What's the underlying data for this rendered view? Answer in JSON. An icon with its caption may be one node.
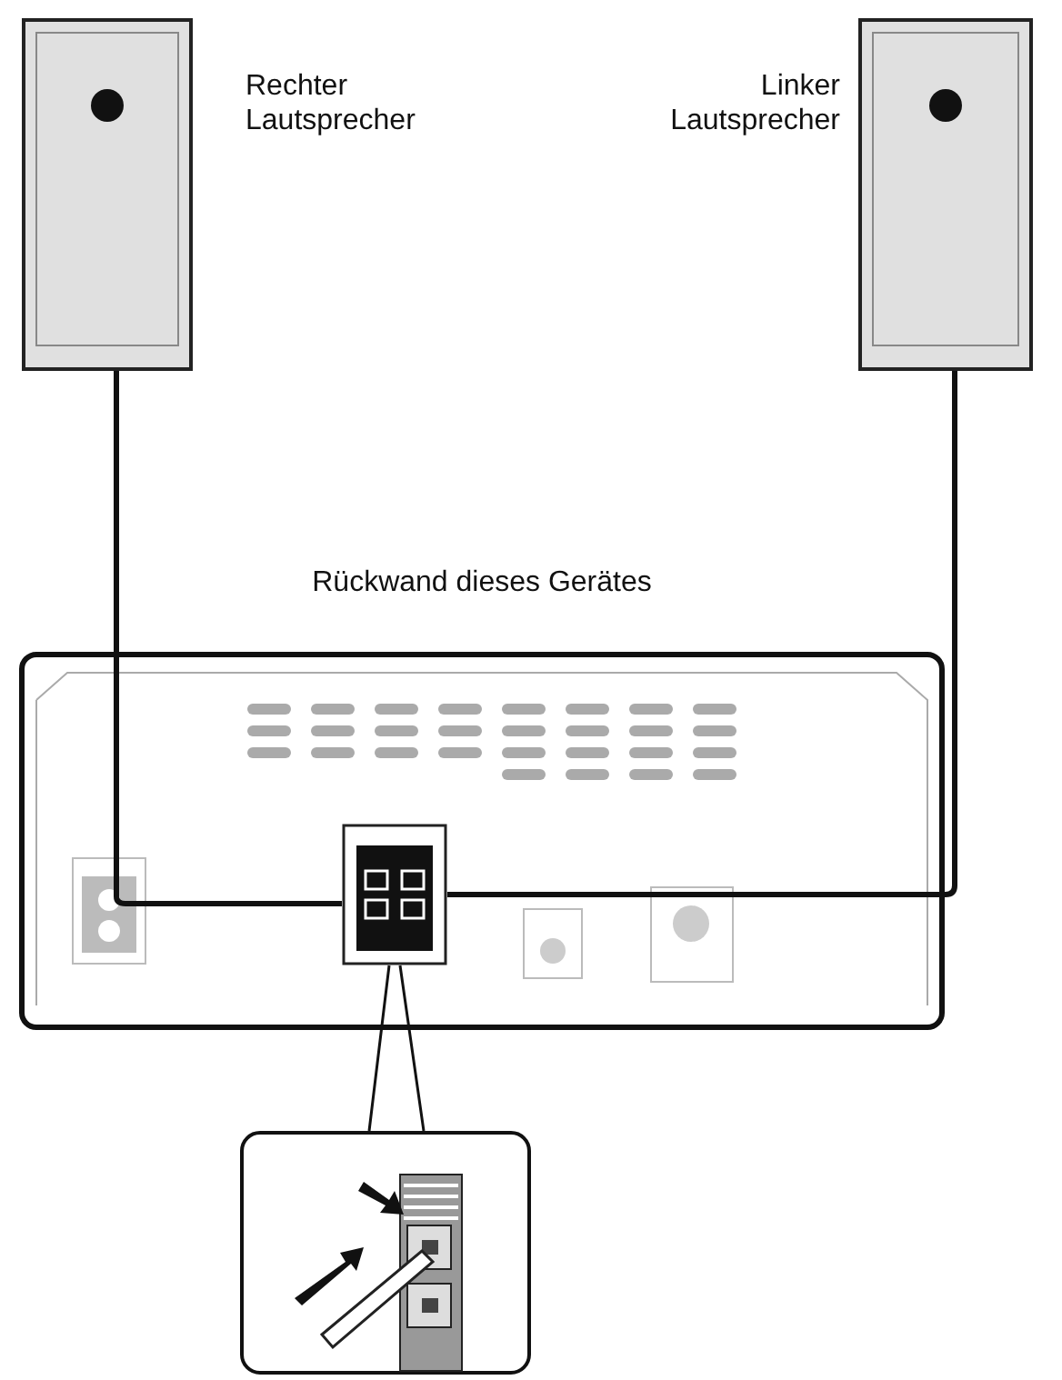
{
  "diagram": {
    "nodes": [
      {
        "text": [
          "Rechter Lautsprecher"
        ]
      },
      {
        "text": [
          "Linker Lautsprecher"
        ]
      },
      {
        "text": [
          "Rückwand dieses Gerätes"
        ]
      },
      {
        "text": [],
        "shape": "box",
        "in": 2
      },
      {
        "text": [],
        "shape": "picture"
      }
    ],
    "edges": [
      {
        "from": 0,
        "to": 3,
        "arrow": "none"
      },
      {
        "from": 1,
        "to": 3,
        "arrow": "none"
      },
      {
        "from": 3,
        "to": 4,
        "arrow": "none"
      }
    ]
  }
}
